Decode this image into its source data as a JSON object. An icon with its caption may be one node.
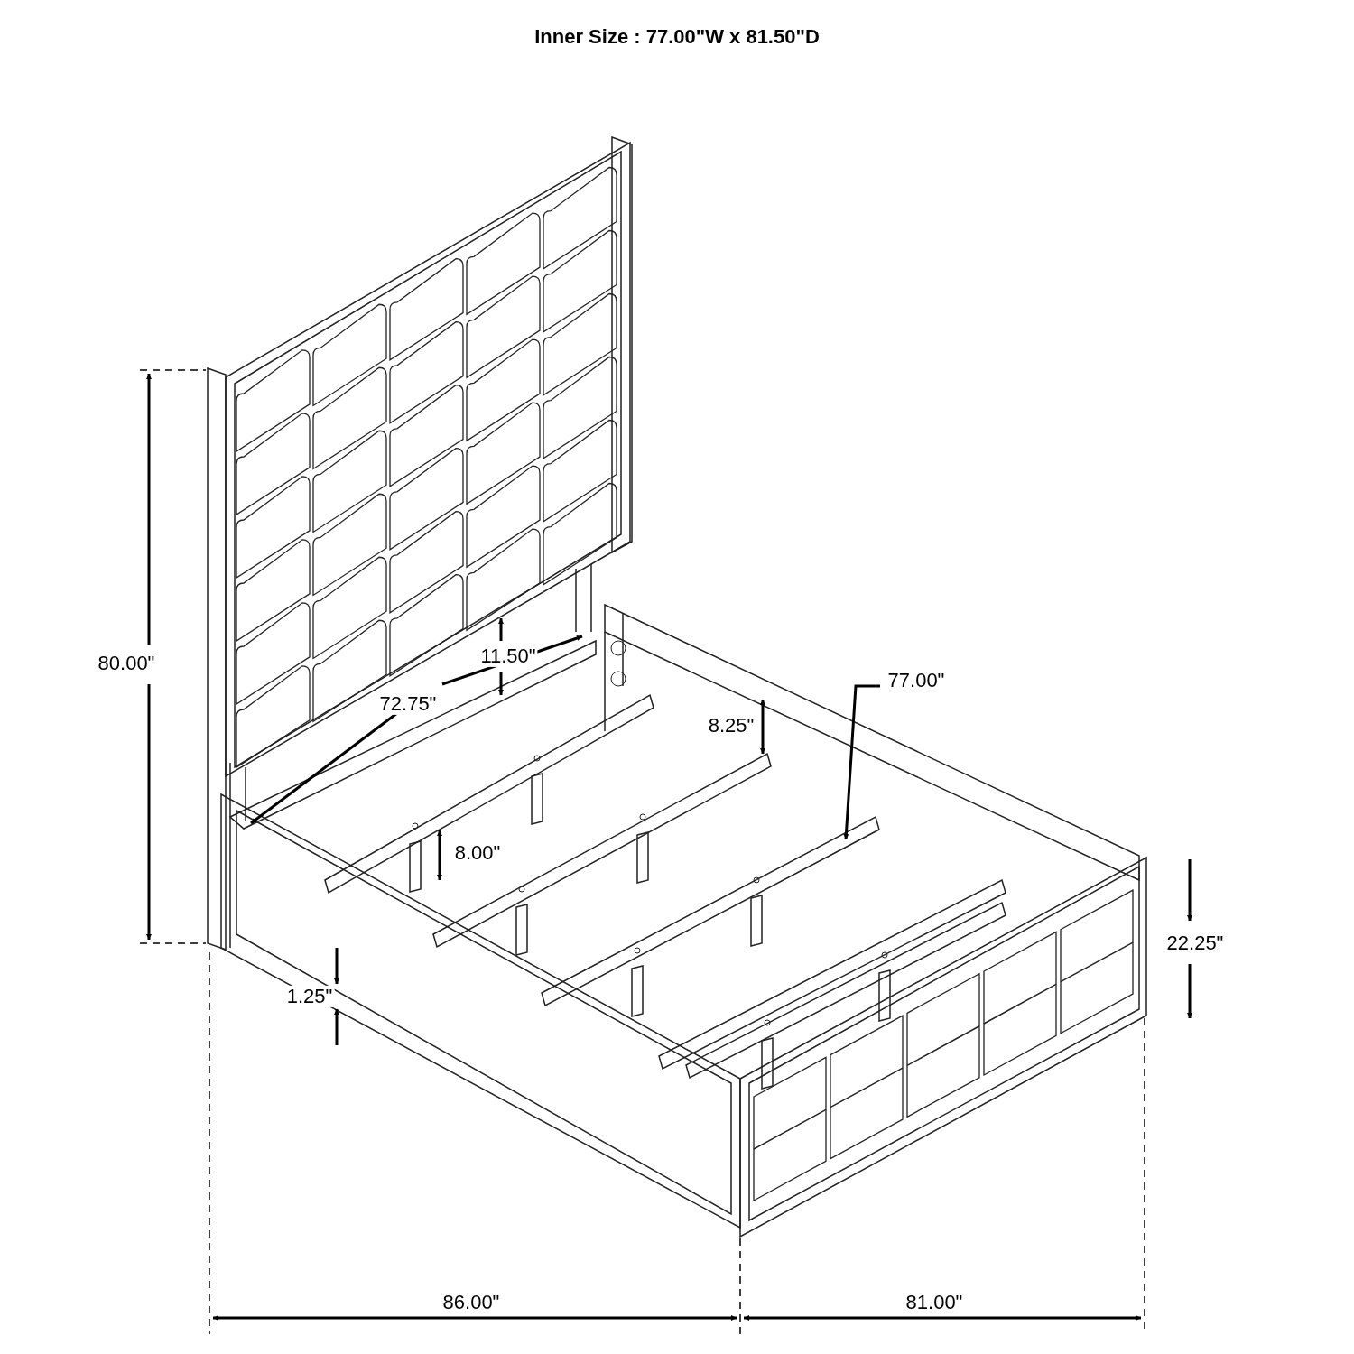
{
  "diagram": {
    "title": "Inner Size : 77.00\"W x 81.50\"D",
    "labels": [
      "80.00\"",
      "11.50\"",
      "72.75\"",
      "77.00\"",
      "8.25\"",
      "8.00\"",
      "22.25\"",
      "1.25\"",
      "86.00\"",
      "81.00\""
    ]
  }
}
